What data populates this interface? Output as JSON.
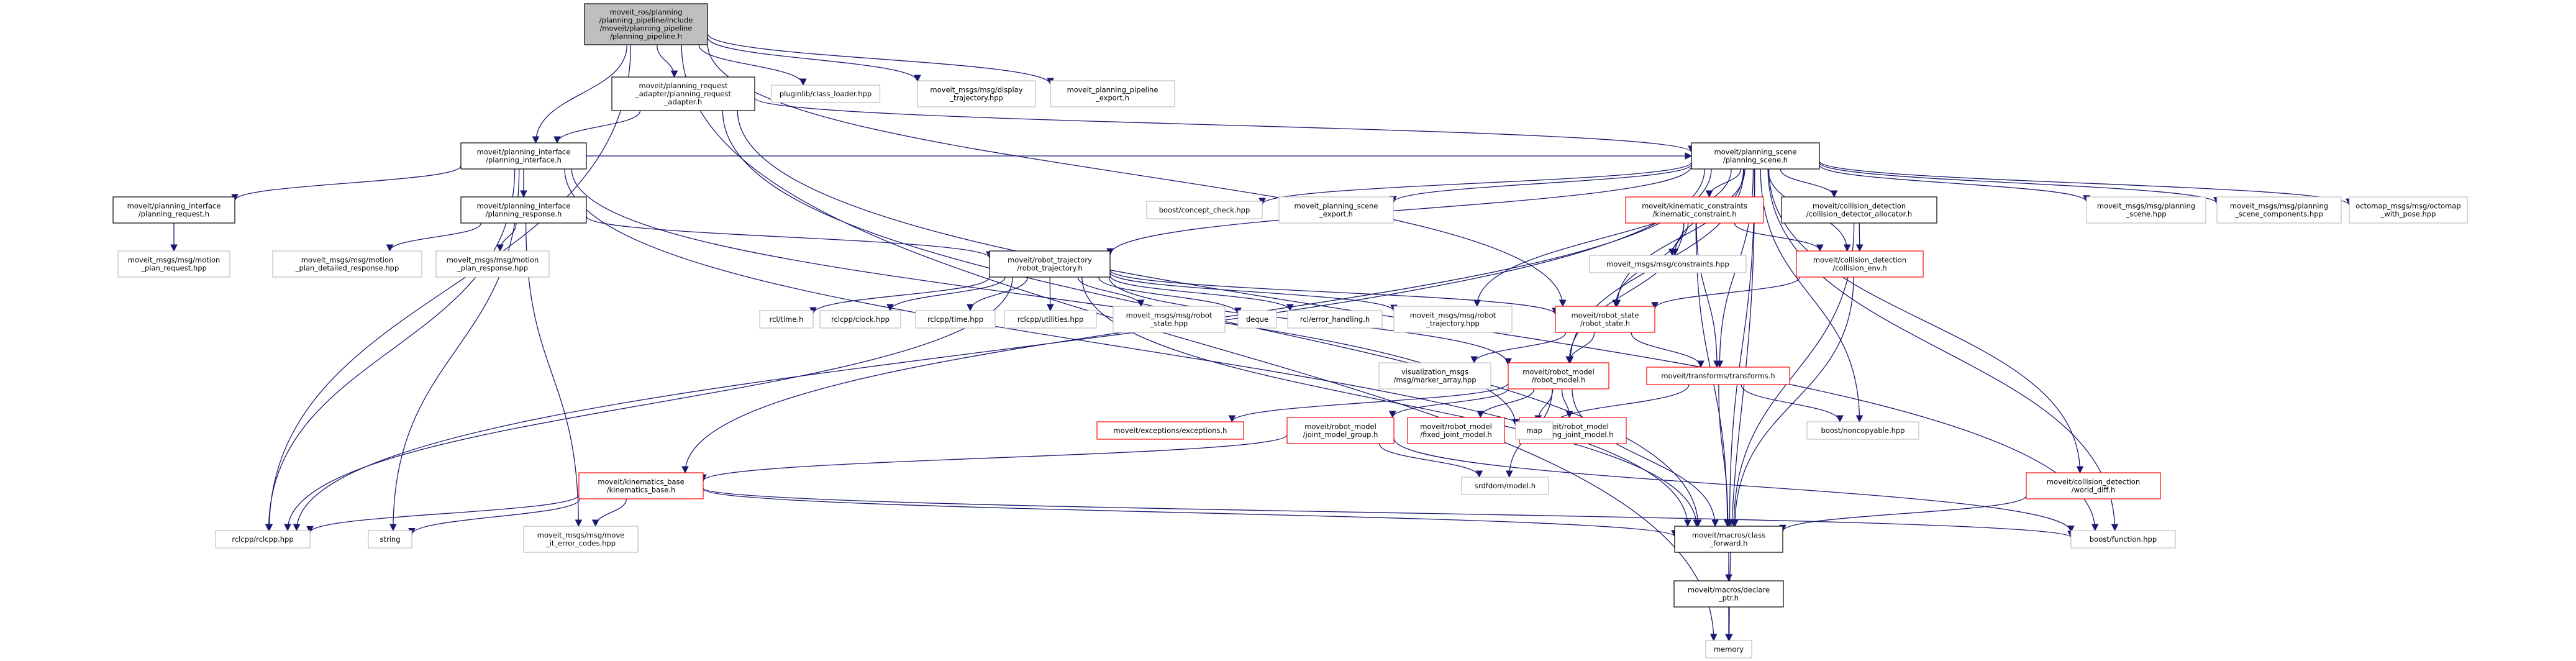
{
  "graph": {
    "root": {
      "lines": [
        "moveit_ros/planning",
        "/planning_pipeline/include",
        "/moveit/planning_pipeline",
        "/planning_pipeline.h"
      ]
    },
    "nodes": [
      {
        "id": "planning_pipeline",
        "lines": [
          "moveit_ros/planning",
          "/planning_pipeline/include",
          "/moveit/planning_pipeline",
          "/planning_pipeline.h"
        ]
      },
      {
        "id": "planning_request_adapter",
        "lines": [
          "moveit/planning_request",
          "_adapter/planning_request",
          "_adapter.h"
        ]
      },
      {
        "id": "class_loader",
        "lines": [
          "pluginlib/class_loader.hpp"
        ]
      },
      {
        "id": "display_trajectory",
        "lines": [
          "moveit_msgs/msg/display",
          "_trajectory.hpp"
        ]
      },
      {
        "id": "pipeline_export",
        "lines": [
          "moveit_planning_pipeline",
          "_export.h"
        ]
      },
      {
        "id": "planning_interface",
        "lines": [
          "moveit/planning_interface",
          "/planning_interface.h"
        ]
      },
      {
        "id": "planning_scene",
        "lines": [
          "moveit/planning_scene",
          "/planning_scene.h"
        ]
      },
      {
        "id": "planning_request",
        "lines": [
          "moveit/planning_interface",
          "/planning_request.h"
        ]
      },
      {
        "id": "planning_response",
        "lines": [
          "moveit/planning_interface",
          "/planning_response.h"
        ]
      },
      {
        "id": "motion_plan_request",
        "lines": [
          "moveit_msgs/msg/motion",
          "_plan_request.hpp"
        ]
      },
      {
        "id": "motion_plan_detailed",
        "lines": [
          "moveit_msgs/msg/motion",
          "_plan_detailed_response.hpp"
        ]
      },
      {
        "id": "motion_plan_response",
        "lines": [
          "moveit_msgs/msg/motion",
          "_plan_response.hpp"
        ]
      },
      {
        "id": "robot_trajectory",
        "lines": [
          "moveit/robot_trajectory",
          "/robot_trajectory.h"
        ]
      },
      {
        "id": "concept_check",
        "lines": [
          "boost/concept_check.hpp"
        ]
      },
      {
        "id": "scene_export",
        "lines": [
          "moveit_planning_scene",
          "_export.h"
        ]
      },
      {
        "id": "kinematic_constraint",
        "lines": [
          "moveit/kinematic_constraints",
          "/kinematic_constraint.h"
        ]
      },
      {
        "id": "detector_allocator",
        "lines": [
          "moveit/collision_detection",
          "/collision_detector_allocator.h"
        ]
      },
      {
        "id": "msg_planning_scene",
        "lines": [
          "moveit_msgs/msg/planning",
          "_scene.hpp"
        ]
      },
      {
        "id": "scene_components",
        "lines": [
          "moveit_msgs/msg/planning",
          "_scene_components.hpp"
        ]
      },
      {
        "id": "octomap_with_pose",
        "lines": [
          "octomap_msgs/msg/octomap",
          "_with_pose.hpp"
        ]
      },
      {
        "id": "constraints_hpp",
        "lines": [
          "moveit_msgs/msg/constraints.hpp"
        ]
      },
      {
        "id": "collision_env",
        "lines": [
          "moveit/collision_detection",
          "/collision_env.h"
        ]
      },
      {
        "id": "rcl_time",
        "lines": [
          "rcl/time.h"
        ]
      },
      {
        "id": "rclcpp_clock",
        "lines": [
          "rclcpp/clock.hpp"
        ]
      },
      {
        "id": "rclcpp_time",
        "lines": [
          "rclcpp/time.hpp"
        ]
      },
      {
        "id": "rclcpp_utilities",
        "lines": [
          "rclcpp/utilities.hpp"
        ]
      },
      {
        "id": "robot_state_hpp",
        "lines": [
          "moveit_msgs/msg/robot",
          "_state.hpp"
        ]
      },
      {
        "id": "deque",
        "lines": [
          "deque"
        ]
      },
      {
        "id": "error_handling",
        "lines": [
          "rcl/error_handling.h"
        ]
      },
      {
        "id": "robot_trajectory_hpp",
        "lines": [
          "moveit_msgs/msg/robot",
          "_trajectory.hpp"
        ]
      },
      {
        "id": "robot_state",
        "lines": [
          "moveit/robot_state",
          "/robot_state.h"
        ]
      },
      {
        "id": "marker_array",
        "lines": [
          "visualization_msgs",
          "/msg/marker_array.hpp"
        ]
      },
      {
        "id": "robot_model",
        "lines": [
          "moveit/robot_model",
          "/robot_model.h"
        ]
      },
      {
        "id": "transforms",
        "lines": [
          "moveit/transforms/transforms.h"
        ]
      },
      {
        "id": "exceptions",
        "lines": [
          "moveit/exceptions/exceptions.h"
        ]
      },
      {
        "id": "joint_model_group",
        "lines": [
          "moveit/robot_model",
          "/joint_model_group.h"
        ]
      },
      {
        "id": "fixed_joint_model",
        "lines": [
          "moveit/robot_model",
          "/fixed_joint_model.h"
        ]
      },
      {
        "id": "floating_joint_model",
        "lines": [
          "moveit/robot_model",
          "/floating_joint_model.h"
        ]
      },
      {
        "id": "map",
        "lines": [
          "map"
        ]
      },
      {
        "id": "noncopyable",
        "lines": [
          "boost/noncopyable.hpp"
        ]
      },
      {
        "id": "kinematics_base",
        "lines": [
          "moveit/kinematics_base",
          "/kinematics_base.h"
        ]
      },
      {
        "id": "srdfdom",
        "lines": [
          "srdfdom/model.h"
        ]
      },
      {
        "id": "world_diff",
        "lines": [
          "moveit/collision_detection",
          "/world_diff.h"
        ]
      },
      {
        "id": "rclcpp",
        "lines": [
          "rclcpp/rclcpp.hpp"
        ]
      },
      {
        "id": "string",
        "lines": [
          "string"
        ]
      },
      {
        "id": "move_it_error_codes",
        "lines": [
          "moveit_msgs/msg/move",
          "_it_error_codes.hpp"
        ]
      },
      {
        "id": "class_forward",
        "lines": [
          "moveit/macros/class",
          "_forward.h"
        ]
      },
      {
        "id": "boost_function",
        "lines": [
          "boost/function.hpp"
        ]
      },
      {
        "id": "declare_ptr",
        "lines": [
          "moveit/macros/declare",
          "_ptr.h"
        ]
      },
      {
        "id": "memory",
        "lines": [
          "memory"
        ]
      }
    ],
    "colors": {
      "root_fill": "#bfbfbf",
      "documented_border": "#000000",
      "truncated_border": "#ff0000",
      "external_border": "#bfbfbf",
      "edge": "#191970"
    }
  }
}
